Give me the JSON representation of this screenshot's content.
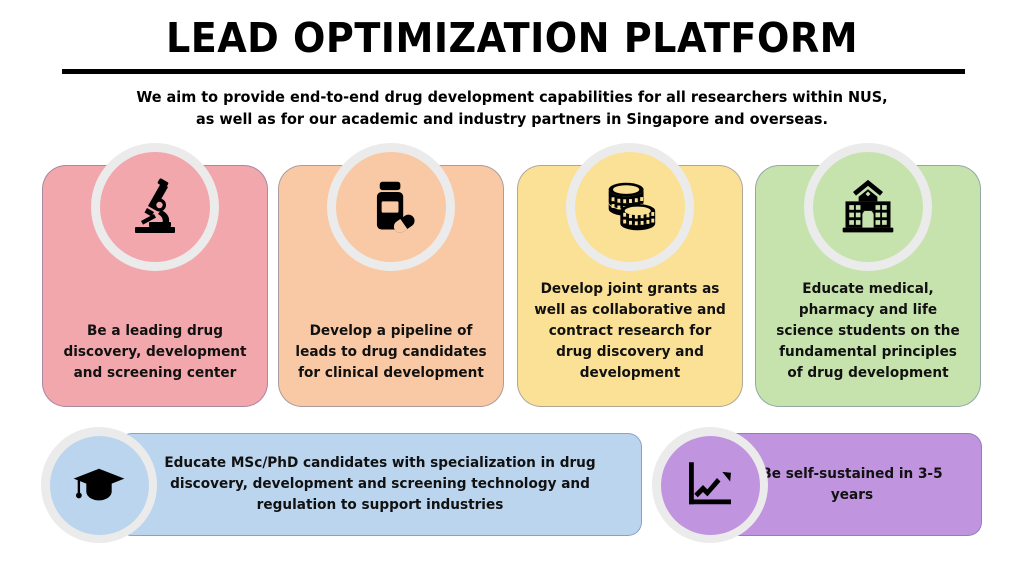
{
  "header": {
    "title": "LEAD OPTIMIZATION PLATFORM",
    "subtitle_line1": "We aim to provide end-to-end drug development capabilities for all researchers within NUS,",
    "subtitle_line2": "as well as for our academic and industry partners in Singapore and overseas."
  },
  "colors": {
    "pink": "#F2A7AC",
    "peach": "#F8C9A4",
    "yellow": "#FBE196",
    "green": "#C6E3AE",
    "blue": "#BBD5EE",
    "purple": "#C094DE",
    "ring": "#EBEBEB",
    "text": "#111111",
    "divider": "#000000"
  },
  "cards": [
    {
      "id": "leading-drug-discovery",
      "icon": "microscope-icon",
      "color": "#F2A7AC",
      "text": "Be a leading drug discovery, development and screening center"
    },
    {
      "id": "pipeline-of-leads",
      "icon": "pill-bottle-icon",
      "color": "#F8C9A4",
      "text": "Develop a pipeline of leads to drug candidates for clinical development"
    },
    {
      "id": "joint-grants",
      "icon": "coins-icon",
      "color": "#FBE196",
      "text": "Develop joint grants as well as collaborative and contract research for drug discovery and development"
    },
    {
      "id": "educate-students",
      "icon": "university-building-icon",
      "color": "#C6E3AE",
      "text": "Educate medical, pharmacy and life science students on the fundamental principles of drug development"
    },
    {
      "id": "educate-msc-phd",
      "icon": "graduation-cap-icon",
      "color": "#BBD5EE",
      "text": "Educate MSc/PhD candidates with specialization in drug discovery, development and screening technology and regulation to support industries"
    },
    {
      "id": "self-sustained",
      "icon": "growth-chart-icon",
      "color": "#C094DE",
      "text": "Be self-sustained in 3-5 years"
    }
  ]
}
